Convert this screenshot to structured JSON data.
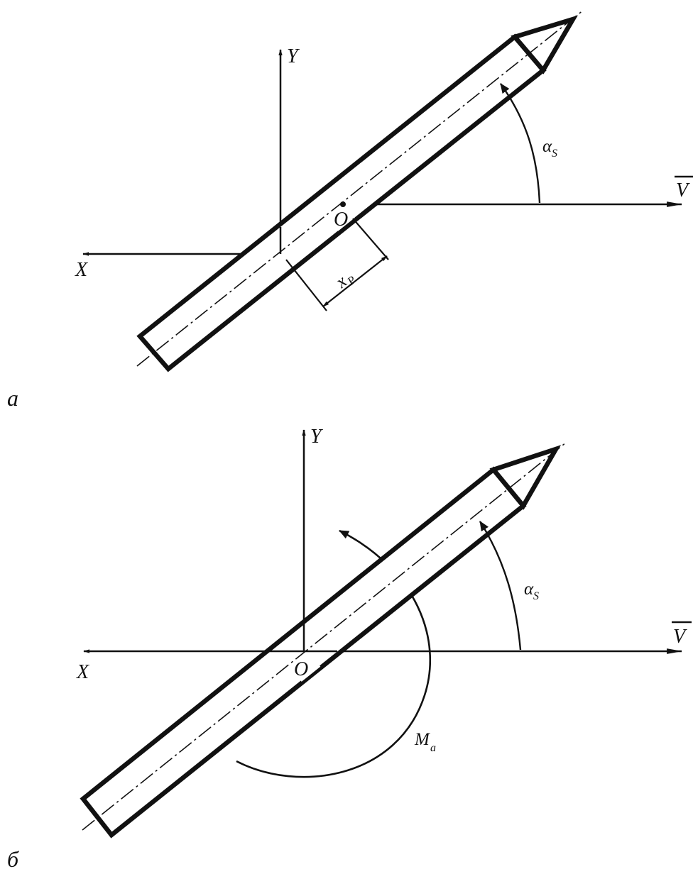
{
  "figure_a": {
    "panel_label": "а",
    "axis_y_label": "Y",
    "axis_x_label": "X",
    "origin_label": "O",
    "velocity_label": "V",
    "angle_label": "α",
    "angle_subscript": "S",
    "distance_label": "x",
    "distance_subscript": "P"
  },
  "figure_b": {
    "panel_label": "б",
    "axis_y_label": "Y",
    "axis_x_label": "X",
    "origin_label": "O",
    "velocity_label": "V",
    "angle_label": "α",
    "angle_subscript": "S",
    "moment_label": "M",
    "moment_subscript": "a"
  },
  "colors": {
    "ink": "#111111",
    "background": "#ffffff"
  }
}
